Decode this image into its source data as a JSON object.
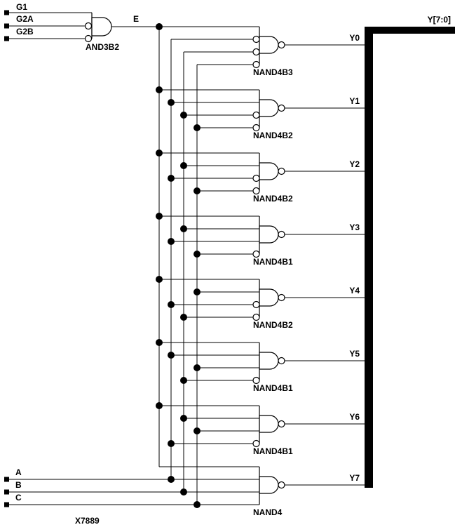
{
  "schematic": {
    "part_label": "X7889",
    "bus": {
      "label": "Y[7:0]"
    },
    "enable": {
      "gate_label": "AND3B2",
      "output_label": "E",
      "inputs": [
        {
          "label": "G1"
        },
        {
          "label": "G2A"
        },
        {
          "label": "G2B"
        }
      ]
    },
    "data_inputs": [
      {
        "label": "A"
      },
      {
        "label": "B"
      },
      {
        "label": "C"
      }
    ],
    "gates": [
      {
        "gate_label": "NAND4B3",
        "output_label": "Y0",
        "inputs": [
          {
            "signal": "E",
            "inverted": false
          },
          {
            "signal": "A",
            "inverted": true
          },
          {
            "signal": "B",
            "inverted": true
          },
          {
            "signal": "C",
            "inverted": true
          }
        ]
      },
      {
        "gate_label": "NAND4B2",
        "output_label": "Y1",
        "inputs": [
          {
            "signal": "E",
            "inverted": false
          },
          {
            "signal": "A",
            "inverted": false
          },
          {
            "signal": "B",
            "inverted": true
          },
          {
            "signal": "C",
            "inverted": true
          }
        ]
      },
      {
        "gate_label": "NAND4B2",
        "output_label": "Y2",
        "inputs": [
          {
            "signal": "E",
            "inverted": false
          },
          {
            "signal": "B",
            "inverted": false
          },
          {
            "signal": "A",
            "inverted": true
          },
          {
            "signal": "C",
            "inverted": true
          }
        ]
      },
      {
        "gate_label": "NAND4B1",
        "output_label": "Y3",
        "inputs": [
          {
            "signal": "E",
            "inverted": false
          },
          {
            "signal": "B",
            "inverted": false
          },
          {
            "signal": "A",
            "inverted": false
          },
          {
            "signal": "C",
            "inverted": true
          }
        ]
      },
      {
        "gate_label": "NAND4B2",
        "output_label": "Y4",
        "inputs": [
          {
            "signal": "E",
            "inverted": false
          },
          {
            "signal": "C",
            "inverted": false
          },
          {
            "signal": "A",
            "inverted": true
          },
          {
            "signal": "B",
            "inverted": true
          }
        ]
      },
      {
        "gate_label": "NAND4B1",
        "output_label": "Y5",
        "inputs": [
          {
            "signal": "E",
            "inverted": false
          },
          {
            "signal": "A",
            "inverted": false
          },
          {
            "signal": "C",
            "inverted": false
          },
          {
            "signal": "B",
            "inverted": true
          }
        ]
      },
      {
        "gate_label": "NAND4B1",
        "output_label": "Y6",
        "inputs": [
          {
            "signal": "E",
            "inverted": false
          },
          {
            "signal": "B",
            "inverted": false
          },
          {
            "signal": "C",
            "inverted": false
          },
          {
            "signal": "A",
            "inverted": true
          }
        ]
      },
      {
        "gate_label": "NAND4",
        "output_label": "Y7",
        "inputs": [
          {
            "signal": "E",
            "inverted": false
          },
          {
            "signal": "A",
            "inverted": false
          },
          {
            "signal": "B",
            "inverted": false
          },
          {
            "signal": "C",
            "inverted": false
          }
        ]
      }
    ],
    "colors": {
      "ink": "#000000",
      "background": "#ffffff"
    }
  }
}
